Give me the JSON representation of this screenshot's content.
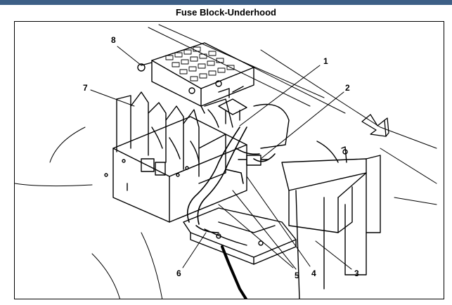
{
  "title": "Fuse Block-Underhood",
  "colors": {
    "header_bar": "#3d5f86",
    "line": "#000000"
  },
  "callouts": [
    "1",
    "2",
    "3",
    "4",
    "5",
    "6",
    "7",
    "8"
  ]
}
